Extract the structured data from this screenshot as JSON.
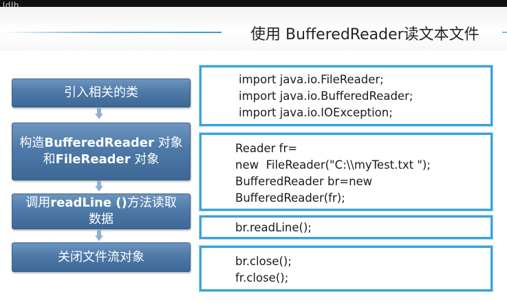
{
  "slide": {
    "title": "使用 BufferedReader读文本文件"
  },
  "watermark": {
    "text": "ldlh"
  },
  "steps": [
    {
      "lines": [
        {
          "parts": [
            {
              "text": "引入相关的类",
              "bold": false
            }
          ]
        }
      ]
    },
    {
      "lines": [
        {
          "parts": [
            {
              "text": "构造",
              "bold": false
            },
            {
              "text": "BufferedReader",
              "bold": true
            },
            {
              "text": " 对象",
              "bold": false
            }
          ]
        },
        {
          "parts": [
            {
              "text": "和",
              "bold": false
            },
            {
              "text": "FileReader",
              "bold": true
            },
            {
              "text": " 对象",
              "bold": false
            }
          ]
        }
      ]
    },
    {
      "lines": [
        {
          "parts": [
            {
              "text": "调用",
              "bold": false
            },
            {
              "text": "readLine ()",
              "bold": true
            },
            {
              "text": "方法读取",
              "bold": false
            }
          ]
        },
        {
          "parts": [
            {
              "text": "数据",
              "bold": false
            }
          ]
        }
      ]
    },
    {
      "lines": [
        {
          "parts": [
            {
              "text": "关闭文件流对象",
              "bold": false
            }
          ]
        }
      ]
    }
  ],
  "code_boxes": [
    {
      "lines": [
        "import java.io.FileReader;",
        "import java.io.BufferedReader;",
        "import java.io.IOException;"
      ]
    },
    {
      "lines": [
        "Reader fr=",
        "new  FileReader(\"C:\\\\myTest.txt \");",
        "BufferedReader br=new",
        "BufferedReader(fr);"
      ]
    },
    {
      "lines": [
        "br.readLine();"
      ]
    },
    {
      "lines": [
        "br.close();",
        "fr.close();"
      ]
    }
  ],
  "colors": {
    "step_fill": "#4e79a8",
    "box_border": "#3aa3d8",
    "arrow": "#8fb0d3"
  }
}
